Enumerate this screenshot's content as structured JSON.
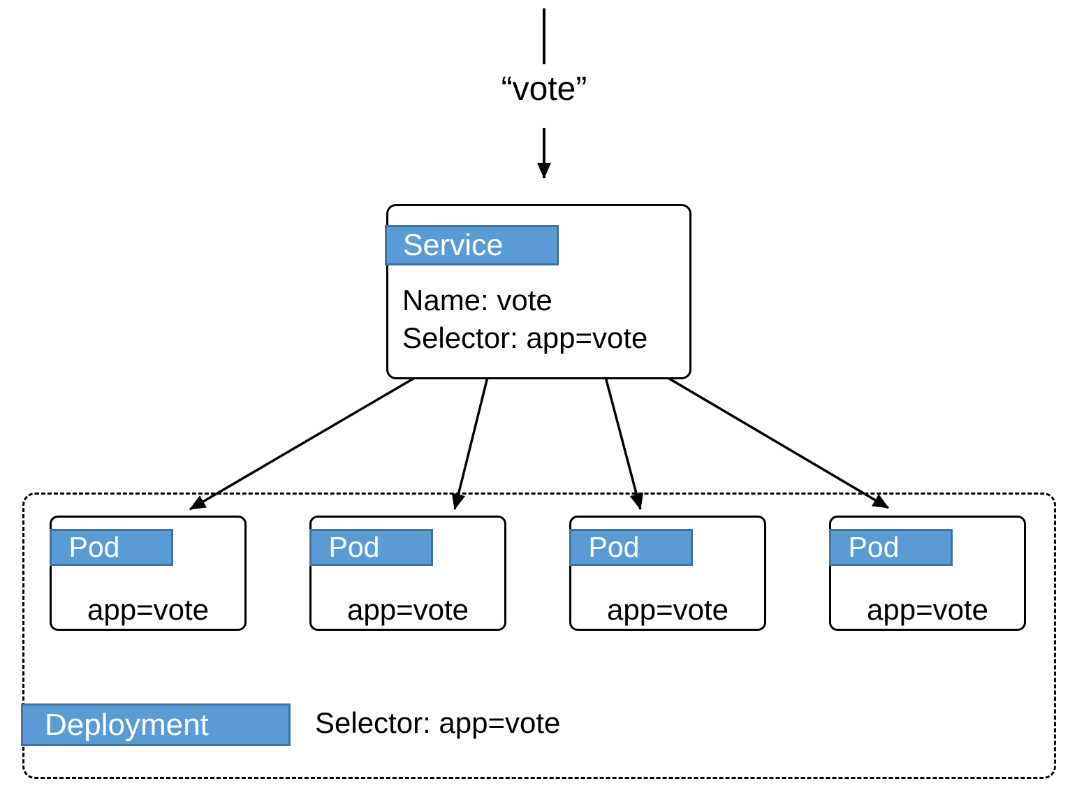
{
  "client": {
    "label": "“vote”"
  },
  "service": {
    "type_label": "Service",
    "name_line": "Name: vote",
    "selector_line": "Selector: app=vote"
  },
  "pods": [
    {
      "type_label": "Pod",
      "selector": "app=vote"
    },
    {
      "type_label": "Pod",
      "selector": "app=vote"
    },
    {
      "type_label": "Pod",
      "selector": "app=vote"
    },
    {
      "type_label": "Pod",
      "selector": "app=vote"
    }
  ],
  "deployment": {
    "type_label": "Deployment",
    "selector_line": "Selector: app=vote"
  },
  "colors": {
    "badge_fill": "#5B9BD5",
    "badge_border": "#41719C",
    "line": "#000000",
    "background": "#FFFFFF"
  }
}
